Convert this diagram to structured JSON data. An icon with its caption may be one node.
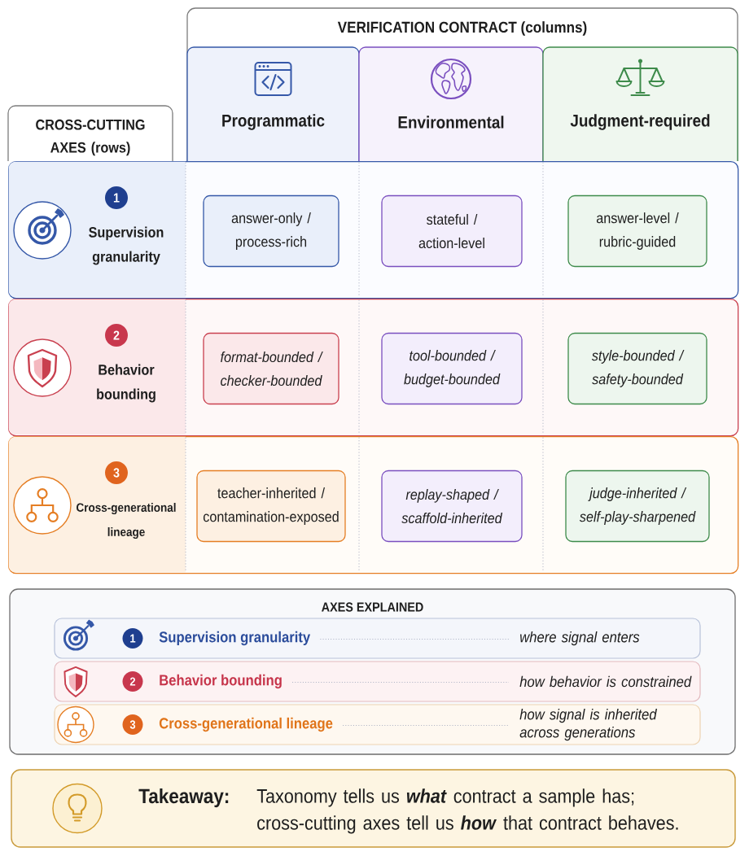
{
  "diagram": {
    "nodes": [
      {
        "text": [
          "VERIFICATION CONTRACT (columns)"
        ]
      },
      {
        "text": [
          "Programmatic"
        ],
        "in": 0
      },
      {
        "text": [
          "Environmental"
        ],
        "in": 0
      },
      {
        "text": [
          "Judgment-required"
        ],
        "in": 0
      },
      {
        "text": [
          "CROSS-CUTTING AXES (rows)"
        ]
      },
      {
        "text": [
          "1",
          "Supervision granularity"
        ]
      },
      {
        "text": [
          "answer-only / process-rich"
        ],
        "in": 5
      },
      {
        "text": [
          "stateful / action-level"
        ],
        "in": 5
      },
      {
        "text": [
          "answer-level / rubric-guided"
        ],
        "in": 5
      },
      {
        "text": [
          "2",
          "Behavior bounding"
        ]
      },
      {
        "text": [
          "format-bounded / checker-bounded"
        ],
        "in": 9
      },
      {
        "text": [
          "tool-bounded / budget-bounded"
        ],
        "in": 9
      },
      {
        "text": [
          "style-bounded / safety-bounded"
        ],
        "in": 9
      },
      {
        "text": [
          "3",
          "Cross-generational lineage"
        ]
      },
      {
        "text": [
          "teacher-inherited / contamination-exposed"
        ],
        "in": 13
      },
      {
        "text": [
          "replay-shaped / scaffold-inherited"
        ],
        "in": 13
      },
      {
        "text": [
          "judge-inherited / self-play-sharpened"
        ],
        "in": 13
      },
      {
        "text": [
          "AXES EXPLAINED"
        ]
      },
      {
        "text": [
          "1",
          "Supervision granularity",
          "where signal enters"
        ],
        "in": 17
      },
      {
        "text": [
          "2",
          "Behavior bounding",
          "how behavior is constrained"
        ],
        "in": 17
      },
      {
        "text": [
          "3",
          "Cross-generational lineage",
          "how signal is inherited across generations"
        ],
        "in": 17
      },
      {
        "text": [
          "Takeaway:",
          "Taxonomy tells us **what** contract a sample has; cross-cutting axes tell us **how** that contract behaves."
        ]
      }
    ]
  }
}
